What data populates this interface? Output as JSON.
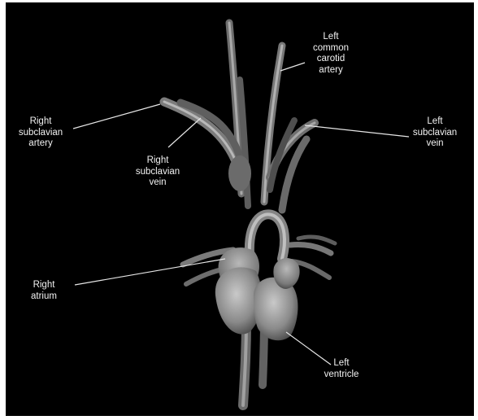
{
  "colors": {
    "background": "#000000",
    "frame": "#ffffff",
    "vessel": "#8f8f8f",
    "label_text": "#f2f2f2",
    "leader_line": "#e6e6e6"
  },
  "labels": {
    "left_common_carotid_artery": "Left\ncommon\ncarotid\nartery",
    "right_subclavian_artery": "Right\nsubclavian\nartery",
    "left_subclavian_vein": "Left\nsubclavian\nvein",
    "right_subclavian_vein": "Right\nsubclavian\nvein",
    "right_atrium": "Right\natrium",
    "left_ventricle": "Left\nventricle"
  }
}
